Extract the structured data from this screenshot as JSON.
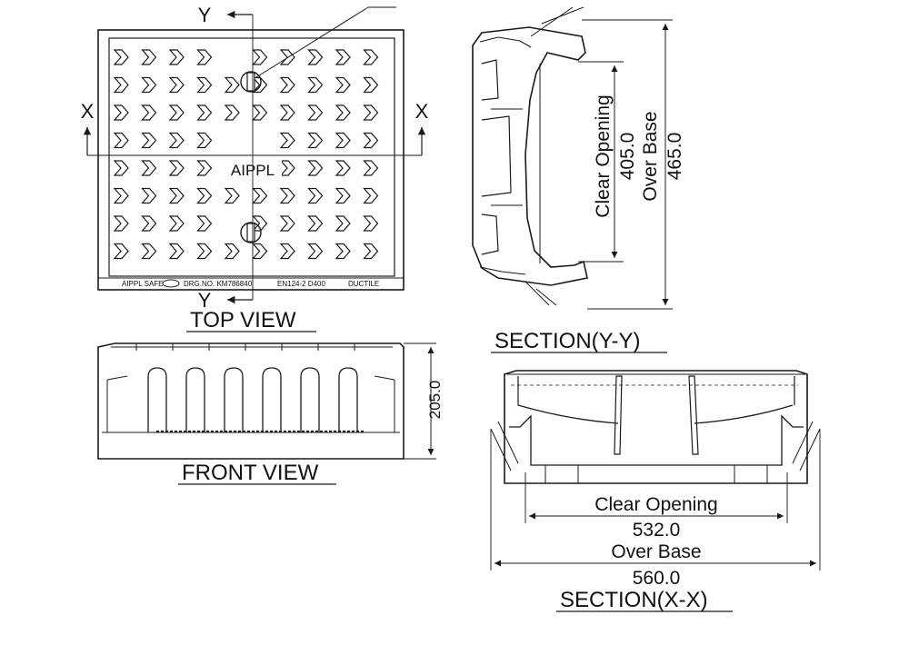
{
  "colors": {
    "line": "#1a1a1a",
    "text": "#111111",
    "background": "#ffffff"
  },
  "views": {
    "top": "TOP VIEW",
    "front": "FRONT VIEW",
    "section_yy": "SECTION(Y-Y)",
    "section_xx": "SECTION(X-X)"
  },
  "axis_labels": {
    "x": "X",
    "y": "Y"
  },
  "cover": {
    "logo_text": "AIPPL",
    "drg_no": "DRG.NO. KM786840",
    "standard": "EN124-2 D400",
    "material": "DUCTILE",
    "maker_tag": "AIPPL SAFE"
  },
  "dimensions": {
    "front_height": "205.0",
    "yy_clear_label": "Clear Opening",
    "yy_clear_value": "405.0",
    "yy_base_label": "Over Base",
    "yy_base_value": "465.0",
    "xx_clear_label": "Clear Opening",
    "xx_clear_value": "532.0",
    "xx_base_label": "Over Base",
    "xx_base_value": "560.0"
  }
}
